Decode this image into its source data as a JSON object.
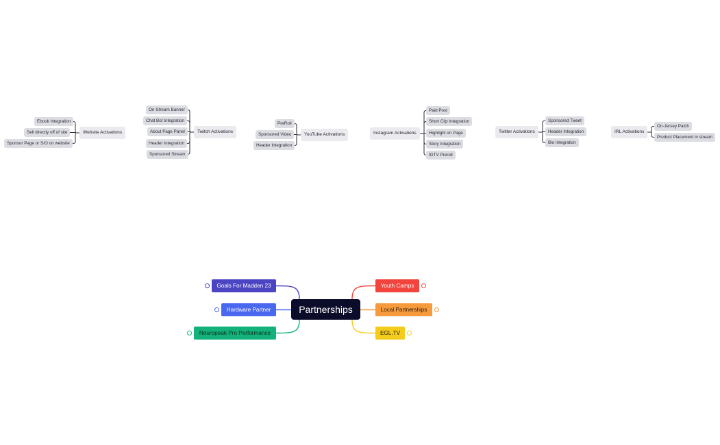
{
  "top_clusters": [
    {
      "hub": "Website Activations",
      "leaves": [
        "Ebook Integration",
        "Sell directly off of site",
        "Sponsor Page or S/O on website"
      ]
    },
    {
      "hub": "Twitch Activations",
      "leaves": [
        "On-Stream Banner",
        "Chat Bot Integration",
        "About Page Panel",
        "Header Integration",
        "Sponsored Stream"
      ]
    },
    {
      "hub": "YouTube Activations",
      "leaves": [
        "PreRoll",
        "Sponsored Video",
        "Header Integration"
      ]
    },
    {
      "hub": "Instagram Activations",
      "leaves": [
        "Paid Post",
        "Short Clip Integration",
        "Highlight on Page",
        "Story Integration",
        "IGTV Preroll"
      ]
    },
    {
      "hub": "Twitter Activations",
      "leaves": [
        "Sponsored Tweet",
        "Header Integration",
        "Bio Integration"
      ]
    },
    {
      "hub": "IRL Activations",
      "leaves": [
        "On-Jersey Patch",
        "Product Placement in stream"
      ]
    }
  ],
  "central": {
    "title": "Partnerships",
    "left_branches": [
      {
        "label": "Goals For Madden 23",
        "color": "#4b45c4"
      },
      {
        "label": "Hardware Partner",
        "color": "#4a67f0"
      },
      {
        "label": "Neuropeak Pro Performance",
        "color": "#12b27a"
      }
    ],
    "right_branches": [
      {
        "label": "Youth Camps",
        "color": "#f2433c"
      },
      {
        "label": "Local Partnerships",
        "color": "#f79a3e"
      },
      {
        "label": "EGL.TV",
        "color": "#f3cc1c"
      }
    ]
  }
}
